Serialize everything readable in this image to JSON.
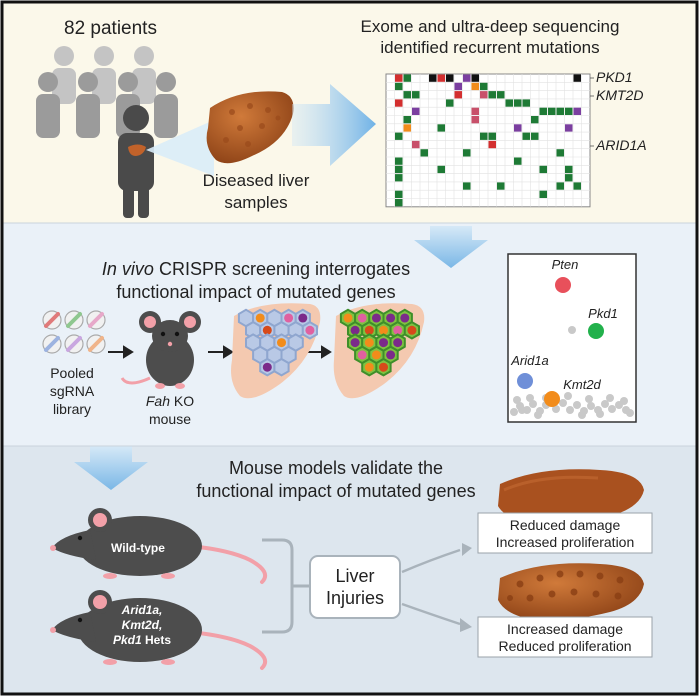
{
  "panel1": {
    "patients_label": "82 patients",
    "samples_label_line1": "Diseased liver",
    "samples_label_line2": "samples",
    "seq_title_line1": "Exome and ultra-deep sequencing",
    "seq_title_line2": "identified recurrent mutations",
    "gene_labels": [
      "PKD1",
      "KMT2D",
      "ARID1A"
    ]
  },
  "panel2": {
    "title_line1_italic": "In vivo",
    "title_line1_rest": " CRISPR screening interrogates",
    "title_line2": "functional impact of mutated genes",
    "library_label": [
      "Pooled",
      "sgRNA",
      "library"
    ],
    "mouse_label_italic": "Fah",
    "mouse_label_rest": " KO",
    "mouse_label_line2": "mouse",
    "scatter_labels": [
      "Pten",
      "Pkd1",
      "Arid1a",
      "Kmt2d"
    ],
    "colors": {
      "pten": "#e8505b",
      "pkd1": "#22b14c",
      "arid1a": "#6f8fd8",
      "kmt2d": "#f28c1b"
    }
  },
  "panel3": {
    "title_line1": "Mouse models validate the",
    "title_line2": "functional impact of mutated genes",
    "wildtype_label": "Wild-type",
    "hets_line1": "Arid1a,",
    "hets_line2": "Kmt2d,",
    "hets_line3_italic": "Pkd1",
    "hets_line3_rest": " Hets",
    "injuries_line1": "Liver",
    "injuries_line2": "Injuries",
    "outcome1_line1": "Reduced damage",
    "outcome1_line2": "Increased proliferation",
    "outcome2_line1": "Increased damage",
    "outcome2_line2": "Reduced proliferation"
  },
  "colors": {
    "panel1_bg": "#fbf8ea",
    "panel2_bg": "#eaf1f8",
    "panel3_bg": "#dde6ee",
    "arrow_blue": "#8fbfe6",
    "liver": "#b5602a",
    "mouse": "#4d4d4d"
  }
}
